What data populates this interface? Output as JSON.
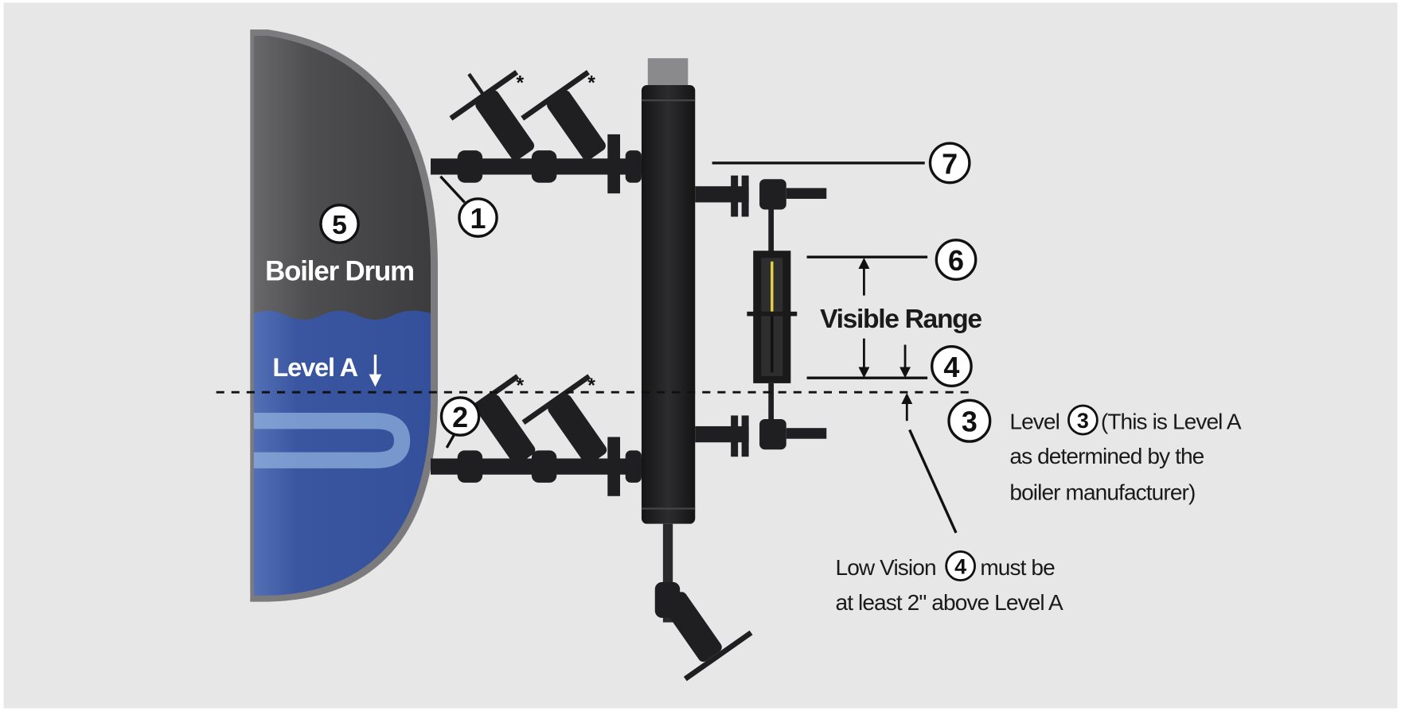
{
  "drum": {
    "badge": "5",
    "label": "Boiler Drum",
    "level_label": "Level A"
  },
  "callouts": {
    "c1": "1",
    "c2": "2",
    "c3": "3",
    "c4": "4",
    "c6": "6",
    "c7": "7"
  },
  "valve_marks": [
    "*",
    "*",
    "*",
    "*"
  ],
  "visible_range": "Visible Range",
  "note_level3": {
    "prefix": "Level",
    "badge": "3",
    "suffix": "(This is Level A",
    "line2": "as determined by the",
    "line3": "boiler manufacturer)"
  },
  "note_low_vision": {
    "prefix": "Low Vision",
    "badge": "4",
    "suffix": "must be",
    "line2": "at least 2\" above Level A"
  },
  "colors": {
    "background": "#e7e7e7",
    "water": "#3a56a0",
    "drum": "#4a4a4c",
    "column": "#1e1e20",
    "gauge_indicator": "#e8d24a"
  }
}
